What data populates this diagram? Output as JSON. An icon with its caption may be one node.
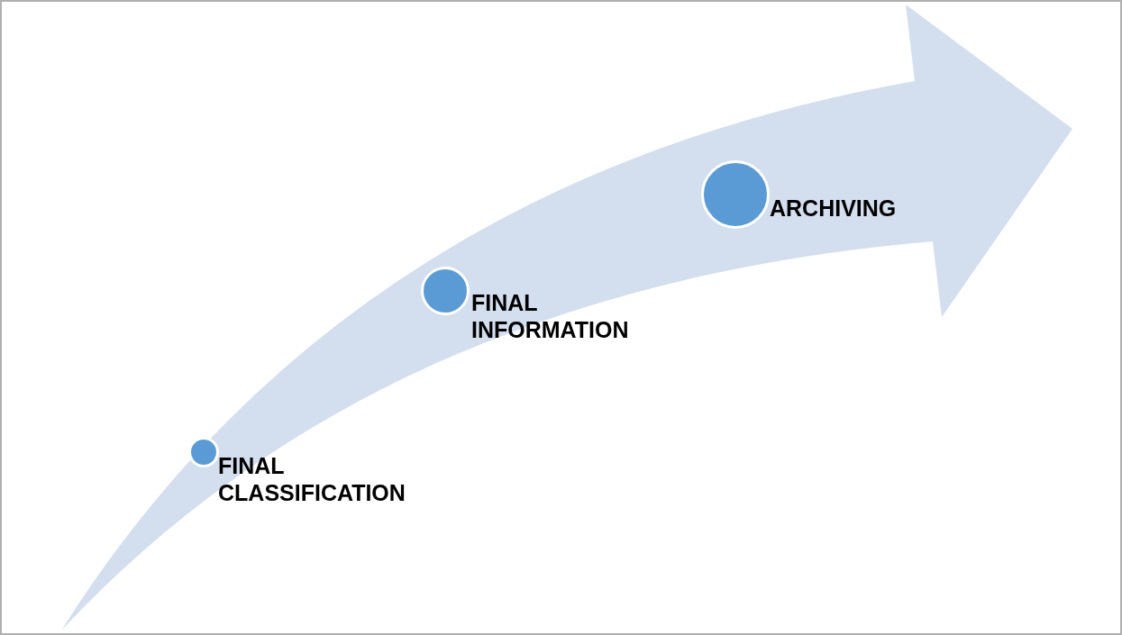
{
  "diagram": {
    "nodes": [
      {
        "text": [],
        "shape": "circle",
        "beside": [
          "FINAL CLASSIFICATION"
        ]
      },
      {
        "text": [],
        "shape": "circle",
        "beside": [
          "FINAL INFORMATION"
        ]
      },
      {
        "text": [],
        "shape": "circle",
        "beside": [
          "ARCHIVING"
        ]
      }
    ]
  }
}
